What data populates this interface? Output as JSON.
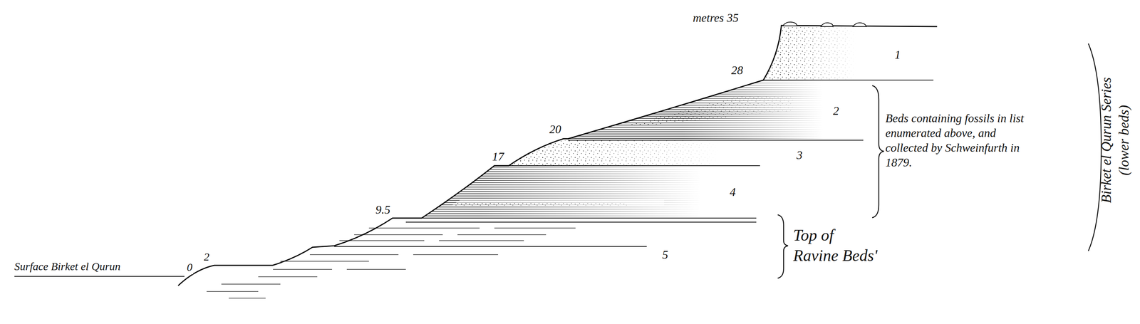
{
  "diagram": {
    "labels": [
      "metres 35",
      "1",
      "28",
      "2",
      "20",
      "Beds containing fossils in list enumerated above, and collected by Schweinfurth in 1879.",
      "Birket el Qurun Series (lower beds)",
      "3",
      "17",
      "4",
      "9.5",
      "Top of Ravine Beds'",
      "5",
      "Surface Birket el Qurun",
      "0",
      "2"
    ]
  }
}
